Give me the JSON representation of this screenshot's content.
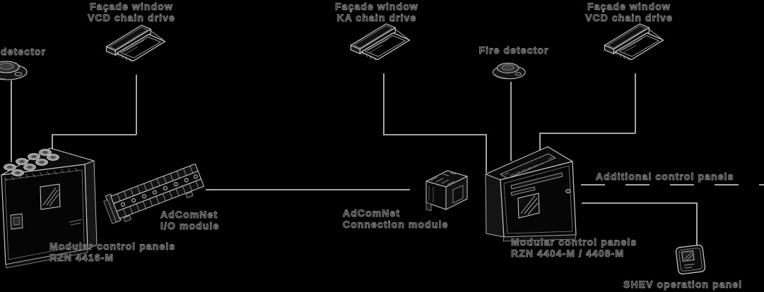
{
  "colors": {
    "background": "#000000",
    "connector_line": "#a6a6a6",
    "artwork_stroke": "#cccccc",
    "label_fill": "#242424",
    "label_outline": "#878787"
  },
  "diagram": {
    "window_labels": [
      {
        "title": "Façade window",
        "subtitle": "VCD chain drive"
      },
      {
        "title": "Façade window",
        "subtitle": "KA chain drive"
      },
      {
        "title": "Façade window",
        "subtitle": "VCD chain drive"
      }
    ],
    "detector_left_label": "detector",
    "fire_detector_label": "Fire detector",
    "io_module": {
      "line1": "AdComNet",
      "line2": "I/O module"
    },
    "connection_module": {
      "line1": "AdComNet",
      "line2": "Connection module"
    },
    "panel_left": {
      "line1": "Modular control panels",
      "line2": "RZN 4416-M"
    },
    "panel_right": {
      "line1": "Modular control panels",
      "line2": "RZN 4404-M / 4408-M"
    },
    "additional_panels_label": "Additional control panels",
    "shev_panel_label": "SHEV operation panel"
  }
}
